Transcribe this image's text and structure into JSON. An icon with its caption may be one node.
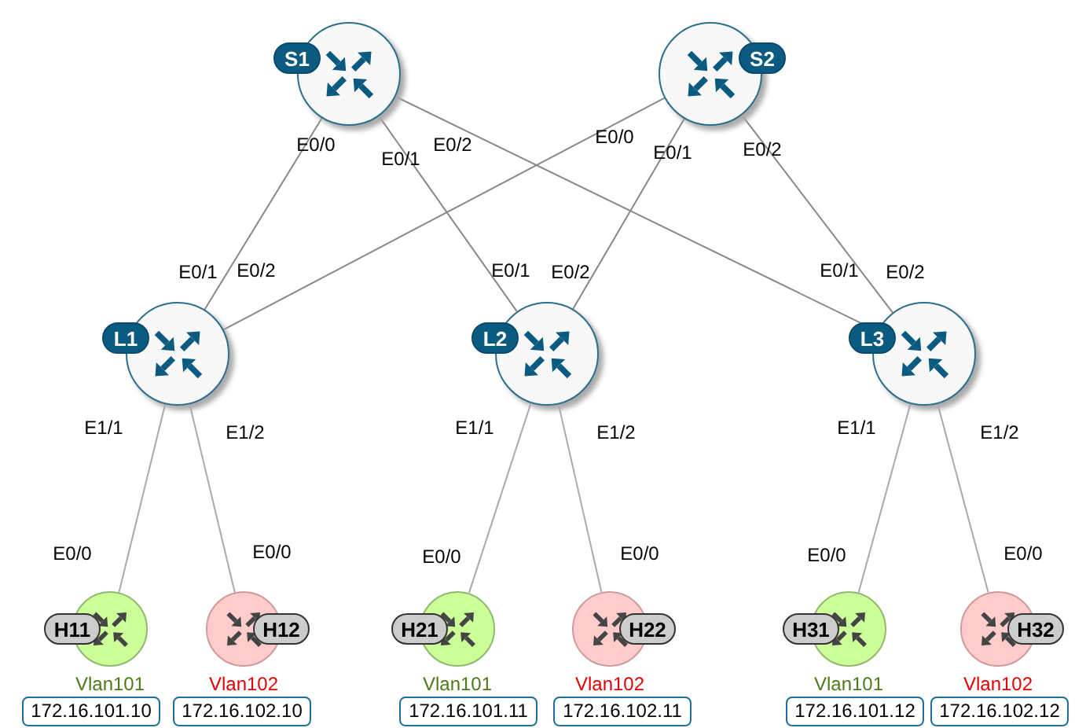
{
  "diagram": {
    "nodes": [
      {
        "text": [
          "S1"
        ]
      },
      {
        "text": [
          "S2"
        ]
      },
      {
        "text": [
          "L1"
        ]
      },
      {
        "text": [
          "L2"
        ]
      },
      {
        "text": [
          "L3"
        ]
      },
      {
        "text": [
          "H11"
        ],
        "beside": [
          "Vlan101"
        ]
      },
      {
        "text": [
          "H12"
        ],
        "beside": [
          "Vlan102"
        ]
      },
      {
        "text": [
          "H21"
        ],
        "beside": [
          "Vlan101"
        ]
      },
      {
        "text": [
          "H22"
        ],
        "beside": [
          "Vlan102"
        ]
      },
      {
        "text": [
          "H31"
        ],
        "beside": [
          "Vlan101"
        ]
      },
      {
        "text": [
          "H32"
        ],
        "beside": [
          "Vlan102"
        ]
      },
      {
        "text": [
          "172.16.101.10"
        ]
      },
      {
        "text": [
          "172.16.102.10"
        ]
      },
      {
        "text": [
          "172.16.101.11"
        ]
      },
      {
        "text": [
          "172.16.102.11"
        ]
      },
      {
        "text": [
          "172.16.101.12"
        ]
      },
      {
        "text": [
          "172.16.102.12"
        ]
      }
    ],
    "edges": [
      {
        "from": 0,
        "to": 2,
        "arrow": "none"
      },
      {
        "from": 0,
        "to": 3,
        "arrow": "none"
      },
      {
        "from": 0,
        "to": 4,
        "arrow": "none"
      },
      {
        "from": 1,
        "to": 2,
        "arrow": "none"
      },
      {
        "from": 1,
        "to": 3,
        "arrow": "none"
      },
      {
        "from": 1,
        "to": 4,
        "arrow": "none"
      },
      {
        "from": 2,
        "to": 5,
        "arrow": "none"
      },
      {
        "from": 2,
        "to": 6,
        "arrow": "none"
      },
      {
        "from": 3,
        "to": 7,
        "arrow": "none"
      },
      {
        "from": 3,
        "to": 8,
        "arrow": "none"
      },
      {
        "from": 4,
        "to": 9,
        "arrow": "none"
      },
      {
        "from": 4,
        "to": 10,
        "arrow": "none"
      }
    ],
    "labels": [
      "E0/0",
      "E0/1",
      "E0/2",
      "E0/0",
      "E0/1",
      "E0/2",
      "E0/1",
      "E0/2",
      "E0/1",
      "E0/2",
      "E0/1",
      "E0/2",
      "E1/1",
      "E1/2",
      "E1/1",
      "E1/2",
      "E1/1",
      "E1/2",
      "E0/0",
      "E0/0",
      "E0/0",
      "E0/0",
      "E0/0",
      "E0/0"
    ]
  }
}
